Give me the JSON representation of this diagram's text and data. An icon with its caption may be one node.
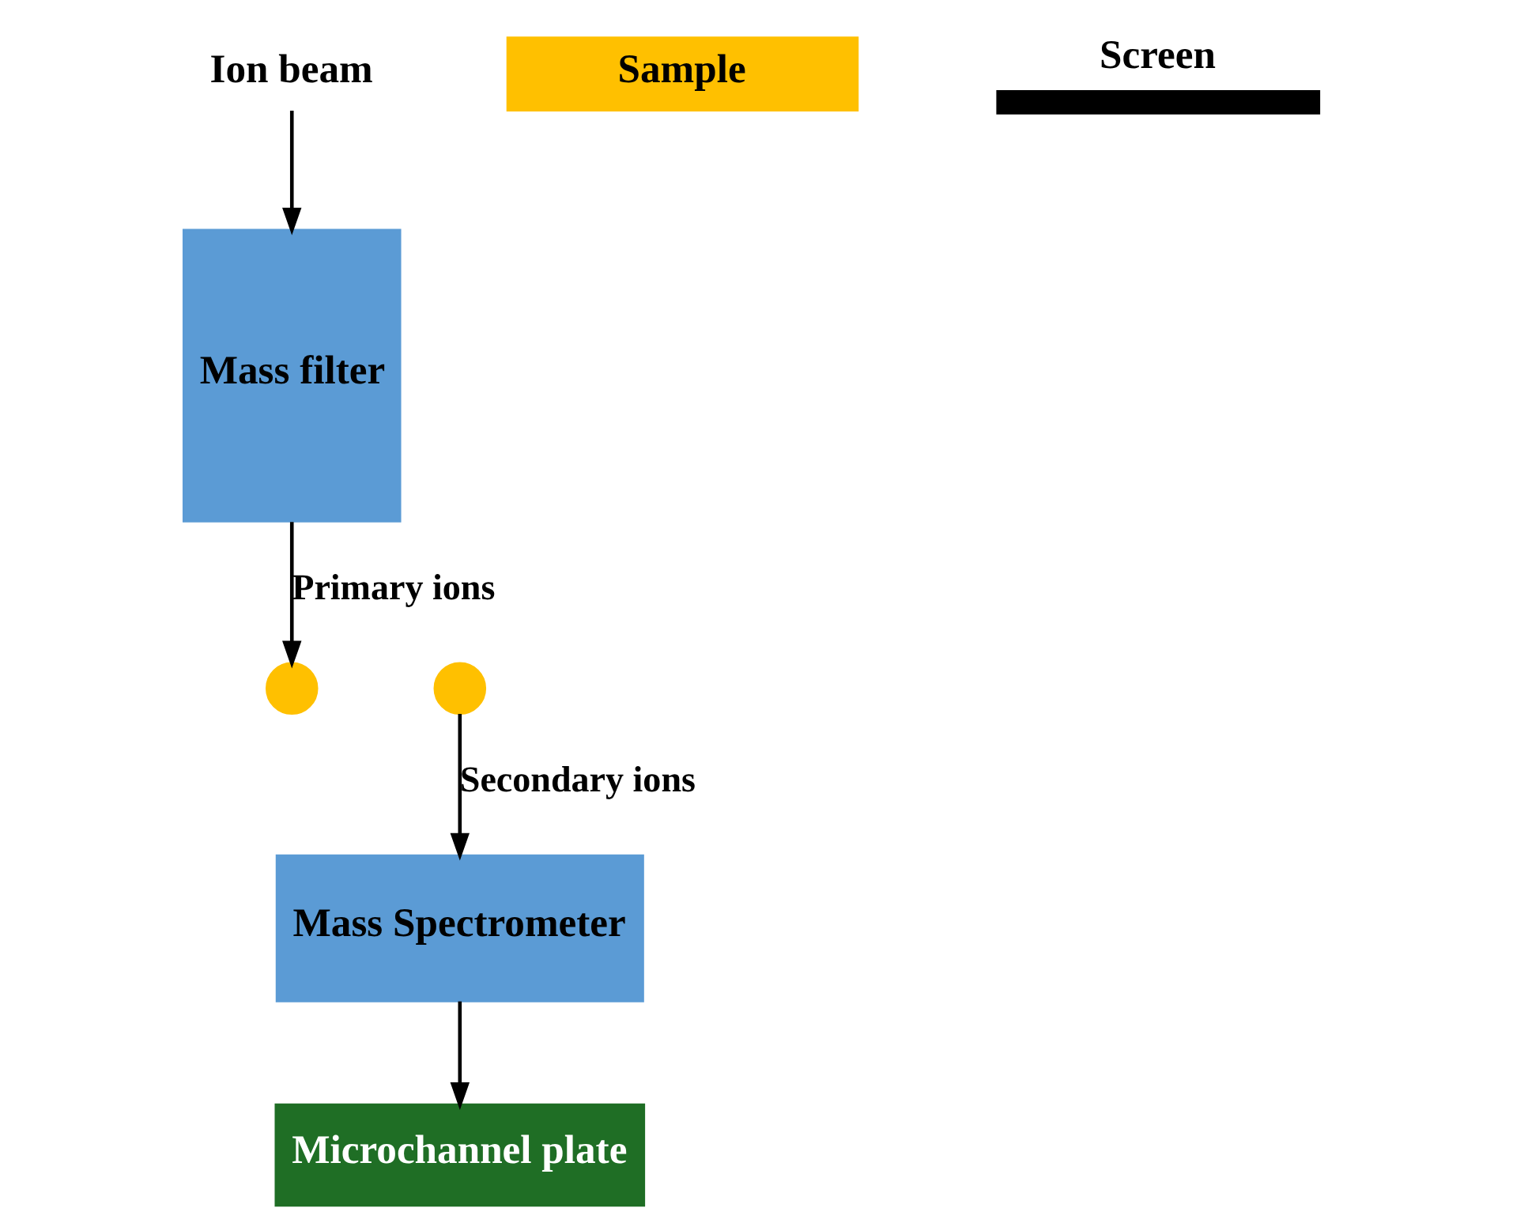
{
  "diagram": {
    "nodes": [
      {
        "text": [
          "Ion beam"
        ]
      },
      {
        "text": [
          "Mass filter"
        ]
      },
      {
        "text": [
          "Sample"
        ]
      },
      {
        "text": [],
        "shape": "circle"
      },
      {
        "text": [],
        "shape": "circle"
      },
      {
        "text": [
          "Mass Spectrometer"
        ]
      },
      {
        "text": [
          "Screen"
        ]
      },
      {
        "text": [
          "Microchannel plate"
        ]
      }
    ],
    "edges": [
      {
        "from": 0,
        "to": 1,
        "arrow": "to"
      },
      {
        "from": 1,
        "to": 3,
        "arrow": "to",
        "label": "Primary ions"
      },
      {
        "from": 4,
        "to": 5,
        "arrow": "to",
        "label": "Secondary ions"
      },
      {
        "from": 5,
        "to": 7,
        "arrow": "to"
      }
    ]
  }
}
